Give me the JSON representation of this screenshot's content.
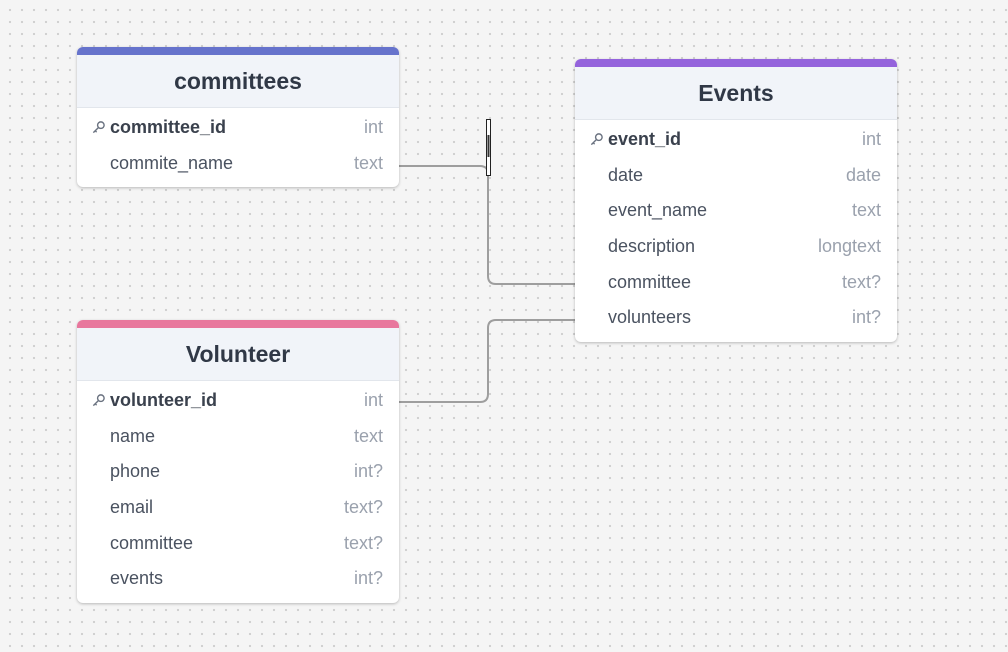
{
  "colors": {
    "committees": "#6673cc",
    "events": "#9463dc",
    "volunteer": "#e8779d",
    "link": "#9e9e9e"
  },
  "tables": {
    "committees": {
      "title": "committees",
      "fields": [
        {
          "name": "committee_id",
          "type": "int",
          "pk": true
        },
        {
          "name": "commite_name",
          "type": "text"
        }
      ]
    },
    "events": {
      "title": "Events",
      "fields": [
        {
          "name": "event_id",
          "type": "int",
          "pk": true
        },
        {
          "name": "date",
          "type": "date"
        },
        {
          "name": "event_name",
          "type": "text"
        },
        {
          "name": "description",
          "type": "longtext"
        },
        {
          "name": "committee",
          "type": "text?"
        },
        {
          "name": "volunteers",
          "type": "int?"
        }
      ]
    },
    "volunteer": {
      "title": "Volunteer",
      "fields": [
        {
          "name": "volunteer_id",
          "type": "int",
          "pk": true
        },
        {
          "name": "name",
          "type": "text"
        },
        {
          "name": "phone",
          "type": "int?"
        },
        {
          "name": "email",
          "type": "text?"
        },
        {
          "name": "committee",
          "type": "text?"
        },
        {
          "name": "events",
          "type": "int?"
        }
      ]
    }
  },
  "relations": [
    {
      "from": "committees.commite_name",
      "to": "events.committee"
    },
    {
      "from": "volunteer.volunteer_id",
      "to": "events.volunteers"
    }
  ]
}
